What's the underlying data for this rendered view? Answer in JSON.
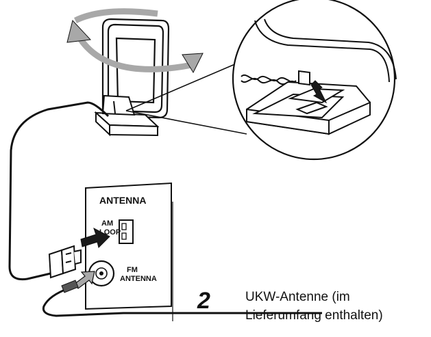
{
  "panel": {
    "title": "ANTENNA",
    "am_loop_label": [
      "AM",
      "LOOP"
    ],
    "fm_antenna_label": [
      "FM",
      "ANTENNA"
    ]
  },
  "step": {
    "number": "2",
    "caption_lines": [
      "UKW-Antenne (im",
      "Lieferumfang enthalten)"
    ]
  },
  "colors": {
    "line": "#111111",
    "arrow_gray": "#a8a8a8",
    "arrow_dark": "#1a1a1a"
  }
}
